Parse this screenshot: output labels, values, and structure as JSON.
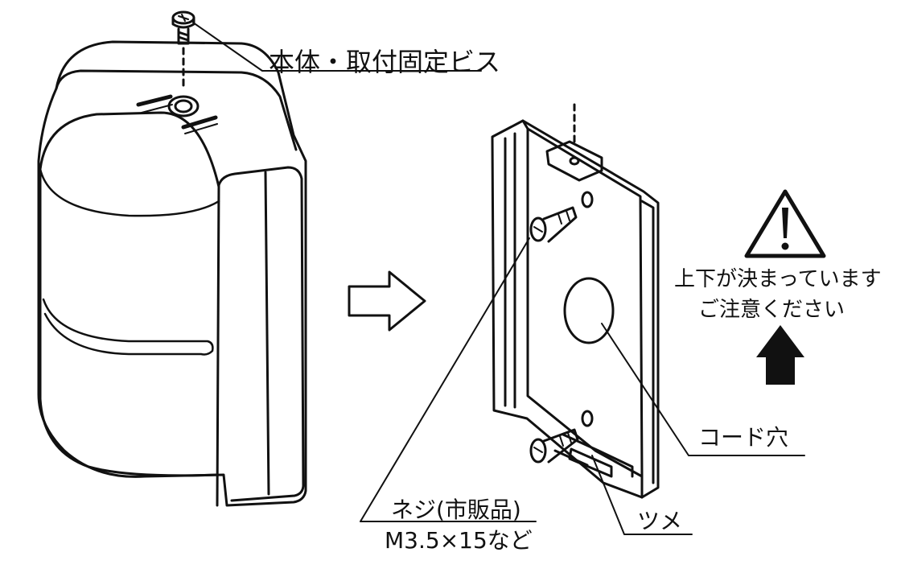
{
  "labels": {
    "mounting_screw": "本体・取付固定ビス",
    "caution_line1": "上下が決まっています",
    "caution_line2": "ご注意ください",
    "cord_hole": "コード穴",
    "screw_commercial": "ネジ(市販品)",
    "screw_size": "M3.5×15など",
    "tab": "ツメ"
  },
  "icons": {
    "warning": "warning-triangle-icon",
    "arrow_right": "outline-arrow-right-icon",
    "arrow_up": "solid-arrow-up-icon"
  },
  "colors": {
    "line": "#111111",
    "background": "#ffffff"
  }
}
